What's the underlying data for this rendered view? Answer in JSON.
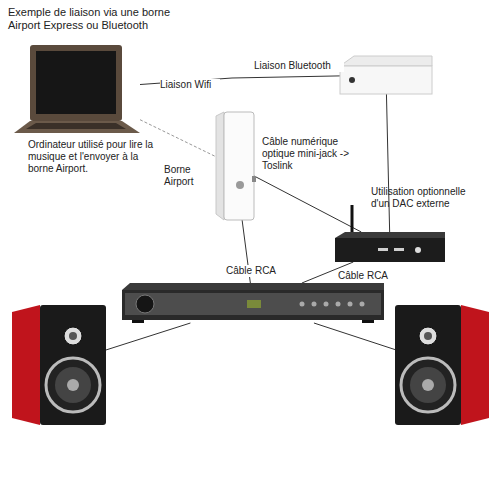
{
  "diagram": {
    "title": "Exemple de liaison via une borne Airport Express ou Bluetooth",
    "nodes": [
      {
        "text": [
          "Ordinateur utilisé pour lire la musique et l'envoyer à la borne Airport."
        ]
      },
      {
        "text": []
      },
      {
        "text": [
          "Borne Airport"
        ]
      },
      {
        "text": [
          "Utilisation optionnelle d'un DAC externe"
        ]
      },
      {
        "text": []
      },
      {
        "text": []
      },
      {
        "text": []
      }
    ],
    "edges": [
      {
        "from": 0,
        "to": 1,
        "label": "Liaison Bluetooth",
        "arrow": "none"
      },
      {
        "from": 0,
        "to": 2,
        "label": "Liaison Wifi",
        "arrow": "none"
      },
      {
        "from": 2,
        "to": 3,
        "label": "Câble numérique optique mini-jack -> Toslink",
        "arrow": "none"
      },
      {
        "from": 1,
        "to": 3,
        "arrow": "none"
      },
      {
        "from": 2,
        "to": 4,
        "label": "Câble RCA",
        "arrow": "none"
      },
      {
        "from": 3,
        "to": 4,
        "label": "Câble RCA",
        "arrow": "none"
      },
      {
        "from": 4,
        "to": 5,
        "arrow": "none"
      },
      {
        "from": 4,
        "to": 6,
        "arrow": "none"
      }
    ]
  }
}
